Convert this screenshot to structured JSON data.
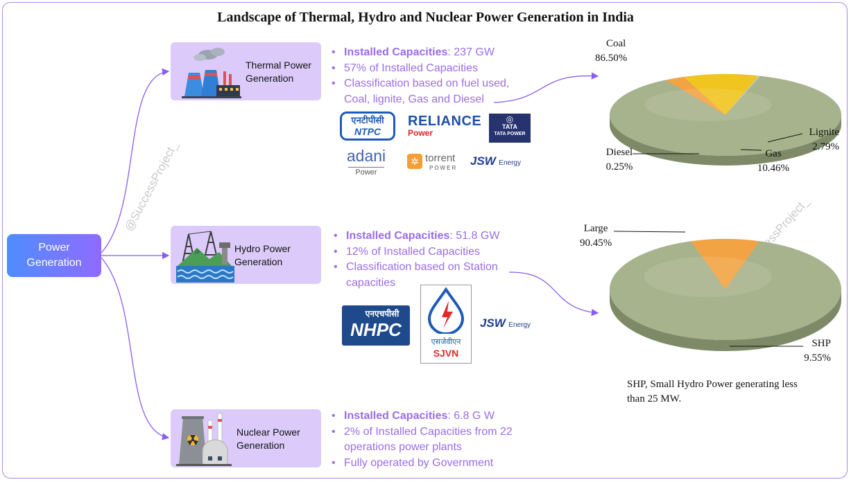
{
  "title": "Landscape of Thermal, Hydro and Nuclear Power Generation in India",
  "root": {
    "line1": "Power",
    "line2": "Generation"
  },
  "watermark": "@SuccessProject_",
  "thermal": {
    "label_line1": "Thermal Power",
    "label_line2": "Generation",
    "bullets": {
      "b1_bold": "Installed Capacities",
      "b1_rest": ": 237 GW",
      "b2": "57% of Installed Capacities",
      "b3_line1": "Classification based on fuel used,",
      "b3_line2": "Coal, lignite, Gas and Diesel"
    },
    "logos": {
      "ntpc_hindi": "एनटीपीसी",
      "ntpc": "NTPC",
      "reliance": "RELIANCE",
      "reliance_sub": "Power",
      "tata": "TATA",
      "tata_sub": "TATA POWER",
      "adani": "adani",
      "adani_sub": "Power",
      "torrent": "torrent",
      "torrent_sub": "POWER",
      "jsw": "JSW",
      "jsw_sub": "Energy"
    }
  },
  "hydro": {
    "label_line1": "Hydro Power",
    "label_line2": "Generation",
    "bullets": {
      "b1_bold": "Installed Capacities",
      "b1_rest": ": 51.8 GW",
      "b2": "12% of Installed Capacities",
      "b3_line1": "Classification based on Station",
      "b3_line2": "capacities"
    },
    "logos": {
      "nhpc_hindi": "एनएचपीसी",
      "nhpc": "NHPC",
      "sjvn_hindi": "एसजेवीएन",
      "sjvn": "SJVN",
      "jsw": "JSW",
      "jsw_sub": "Energy"
    },
    "note_line1": "SHP, Small Hydro Power generating less",
    "note_line2": "than 25 MW."
  },
  "nuclear": {
    "label_line1": "Nuclear Power",
    "label_line2": "Generation",
    "bullets": {
      "b1_bold": "Installed Capacities",
      "b1_rest": ": 6.8 G W",
      "b2_line1": "2% of Installed Capacities from 22",
      "b2_line2": "operations power plants",
      "b3": "Fully operated by Government"
    }
  },
  "colors": {
    "node_bg": "#dccbfa",
    "bullet_text": "#9a6ce6",
    "connector": "#8a5cf0",
    "pie_main": "#a7b38c",
    "pie_orange": "#f2a444",
    "pie_yellow": "#f1c51f"
  },
  "chart_data": [
    {
      "type": "pie",
      "slices": [
        {
          "label": "Coal",
          "value": 86.5,
          "display": "86.50%"
        },
        {
          "label": "Lignite",
          "value": 2.79,
          "display": "2.79%"
        },
        {
          "label": "Gas",
          "value": 10.46,
          "display": "10.46%"
        },
        {
          "label": "Diesel",
          "value": 0.25,
          "display": "0.25%"
        }
      ]
    },
    {
      "type": "pie",
      "slices": [
        {
          "label": "Large",
          "value": 90.45,
          "display": "90.45%"
        },
        {
          "label": "SHP",
          "value": 9.55,
          "display": "9.55%"
        }
      ]
    }
  ]
}
